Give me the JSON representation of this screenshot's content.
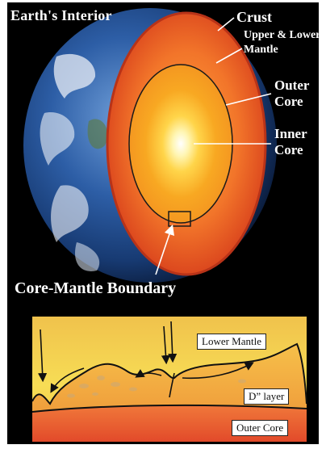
{
  "title": "Earth's Interior",
  "layers": {
    "crust": "Crust",
    "mantle_line1": "Upper & Lower",
    "mantle_line2": "Mantle",
    "outer_core_line1": "Outer",
    "outer_core_line2": "Core",
    "inner_core_line1": "Inner",
    "inner_core_line2": "Core"
  },
  "boundary_label": "Core-Mantle Boundary",
  "detail": {
    "lower_mantle": "Lower Mantle",
    "d_layer": "D” layer",
    "outer_core": "Outer Core"
  },
  "colors": {
    "background": "#000000",
    "mantle_outer": "#d8401c",
    "outer_core": "#f6a91f",
    "inner_core": "#ffffff",
    "boundary_line": "#1a1a1a"
  }
}
